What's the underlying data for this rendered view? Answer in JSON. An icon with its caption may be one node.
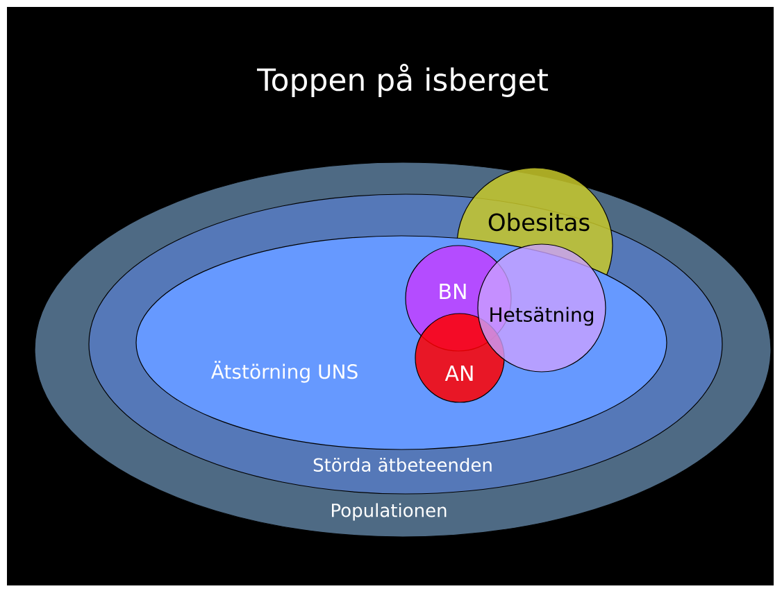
{
  "diagram": {
    "title": "Toppen på isberget",
    "nodes": [
      {
        "text": [
          "Populationen"
        ]
      },
      {
        "text": [
          "Störda ätbeteenden"
        ],
        "in": 0
      },
      {
        "text": [
          "Ätstörning UNS"
        ],
        "in": 1
      },
      {
        "text": [
          "BN"
        ],
        "in": 2
      },
      {
        "text": [
          "AN"
        ],
        "in": 2
      },
      {
        "text": [
          "Hetsätning"
        ],
        "in": 2
      },
      {
        "text": [
          "Obesitas"
        ],
        "in": 0
      }
    ]
  }
}
